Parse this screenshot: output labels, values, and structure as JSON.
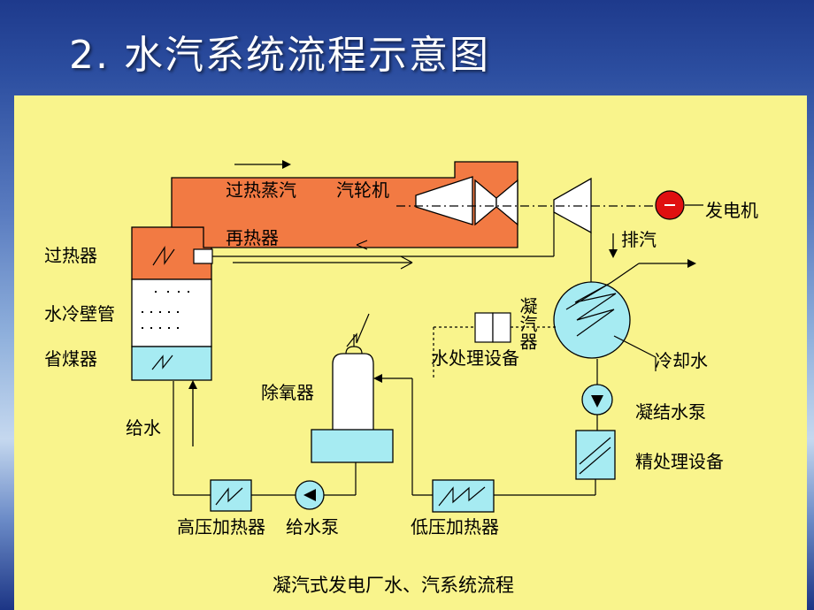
{
  "title": "2. 水汽系统流程示意图",
  "labels": {
    "superheated_steam": "过热蒸汽",
    "turbine": "汽轮机",
    "generator": "发电机",
    "reheater": "再热器",
    "exhaust": "排汽",
    "superheater": "过热器",
    "waterwall": "水冷壁管",
    "economizer": "省煤器",
    "condenser": "凝汽器",
    "water_treatment": "水处理设备",
    "cooling_water": "冷却水",
    "deaerator": "除氧器",
    "feedwater": "给水",
    "condensate_pump": "凝结水泵",
    "polishing": "精处理设备",
    "hp_heater": "高压加热器",
    "feed_pump": "给水泵",
    "lp_heater": "低压加热器"
  },
  "caption": "凝汽式发电厂水、汽系统流程",
  "colors": {
    "panel": "#f9f48c",
    "steam": "#f27a43",
    "water": "#a6ebf2",
    "generator": "#e01010"
  }
}
